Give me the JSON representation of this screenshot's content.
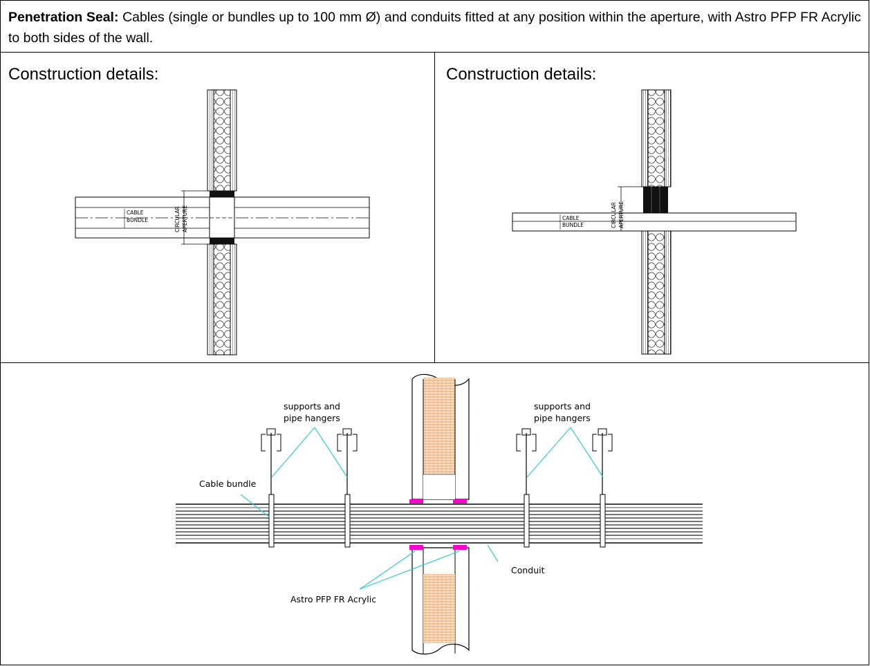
{
  "header": {
    "title_bold": "Penetration Seal:",
    "description": " Cables (single or bundles up to 100 mm Ø) and conduits fitted at any position within the aperture, with Astro PFP FR Acrylic to both sides of the wall."
  },
  "left_panel": {
    "heading": "Construction details:",
    "labels": {
      "cable_line1": "CABLE",
      "cable_line2": "BUNDLE",
      "aperture_line1": "CIRCULAR",
      "aperture_line2": "APERTURE"
    }
  },
  "right_panel": {
    "heading": "Construction details:",
    "labels": {
      "cable_line1": "CABLE",
      "cable_line2": "BUNDLE",
      "aperture_line1": "CIRCULAR",
      "aperture_line2": "APERTURE"
    }
  },
  "bottom_panel": {
    "labels": {
      "supports_left_1": "supports and",
      "supports_left_2": "pipe hangers",
      "supports_right_1": "supports and",
      "supports_right_2": "pipe hangers",
      "cable_bundle": "Cable bundle",
      "conduit": "Conduit",
      "sealant": "Astro PFP FR Acrylic"
    },
    "colors": {
      "leader": "#33cccc",
      "sealant": "#ff00cc",
      "insulation": "#f5b27a"
    }
  }
}
